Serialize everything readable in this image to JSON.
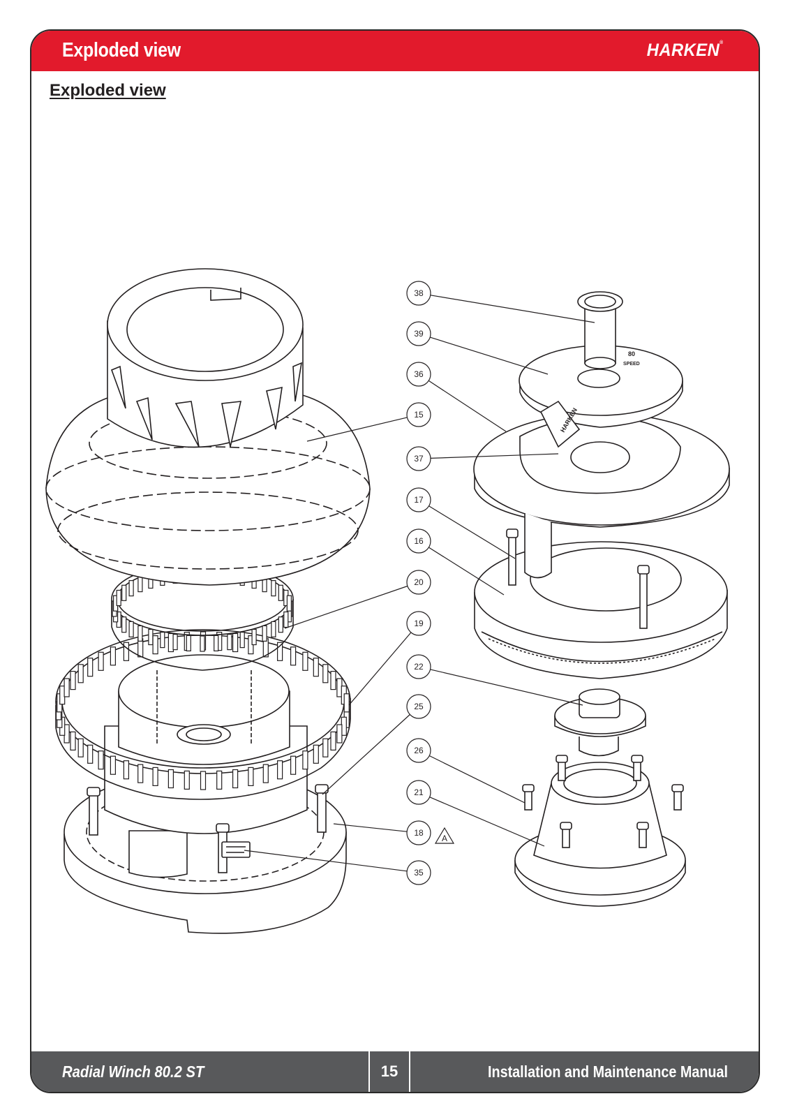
{
  "header": {
    "title": "Exploded view",
    "brand": "HARKEN",
    "brand_mark": "®"
  },
  "section_title": "Exploded view",
  "callouts": [
    {
      "label": "38"
    },
    {
      "label": "39"
    },
    {
      "label": "36"
    },
    {
      "label": "15"
    },
    {
      "label": "37"
    },
    {
      "label": "17"
    },
    {
      "label": "16"
    },
    {
      "label": "20"
    },
    {
      "label": "19"
    },
    {
      "label": "22"
    },
    {
      "label": "25"
    },
    {
      "label": "26"
    },
    {
      "label": "21"
    },
    {
      "label": "18"
    },
    {
      "label": "35"
    }
  ],
  "triangle_flag": "A",
  "part_markings": {
    "drum_cap_brand": "HARKEN",
    "drum_cap_size": "80",
    "drum_cap_speed": "SPEED"
  },
  "footer": {
    "product": "Radial Winch 80.2 ST",
    "page": "15",
    "manual": "Installation and Maintenance Manual"
  }
}
